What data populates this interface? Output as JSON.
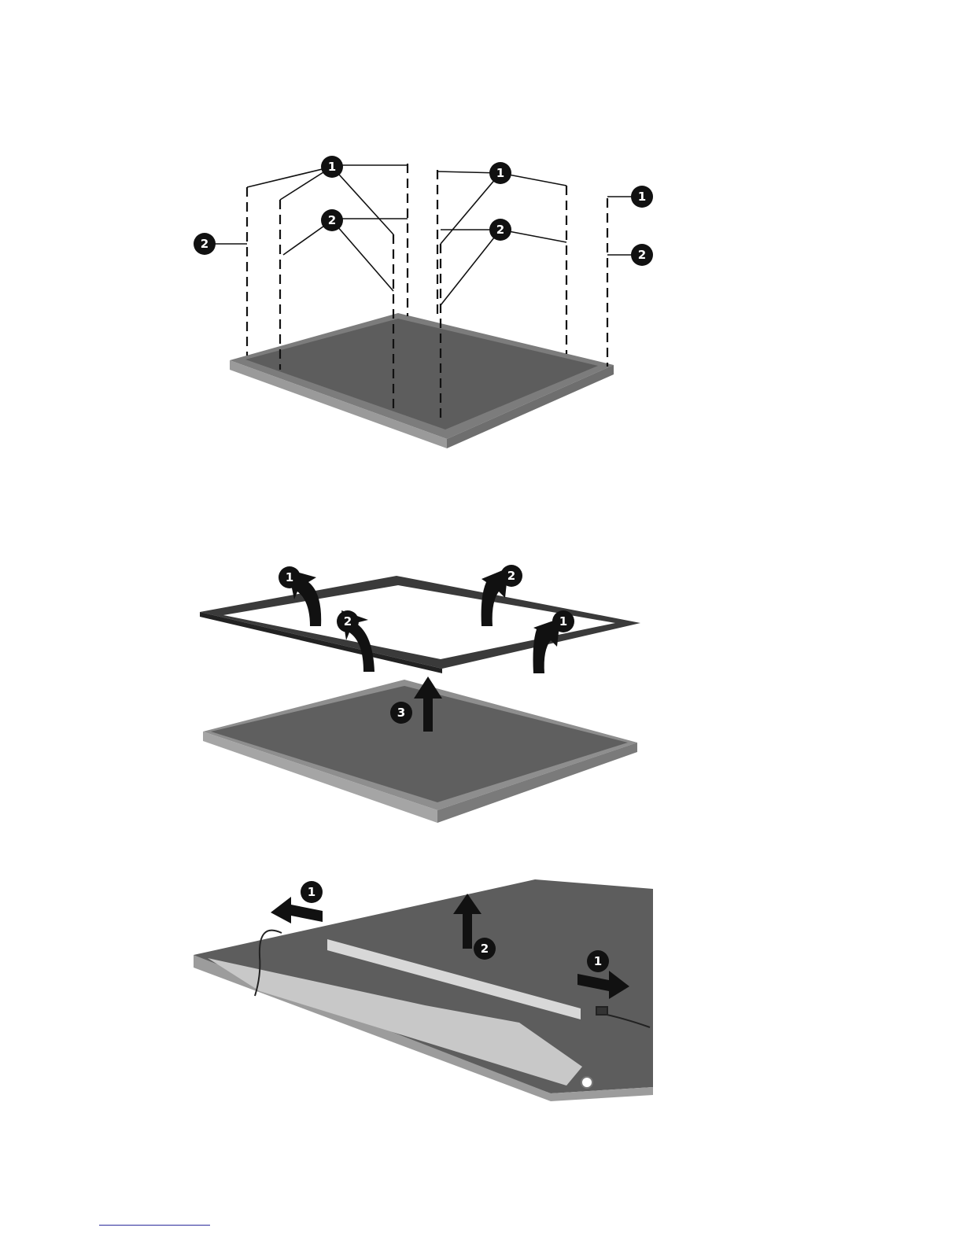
{
  "figures": [
    {
      "id": "screw-removal",
      "callouts": {
        "c1": "1",
        "c2": "2"
      }
    },
    {
      "id": "bezel-removal",
      "callouts": {
        "c1": "1",
        "c2": "2",
        "c3": "3"
      }
    },
    {
      "id": "inverter-removal",
      "callouts": {
        "c1": "1",
        "c2": "2"
      }
    }
  ],
  "colors": {
    "panel_dark": "#5d5d5d",
    "panel_frame": "#8a8a8a",
    "callout_fill": "#111111",
    "footnote_rule": "#2b2b9b"
  }
}
